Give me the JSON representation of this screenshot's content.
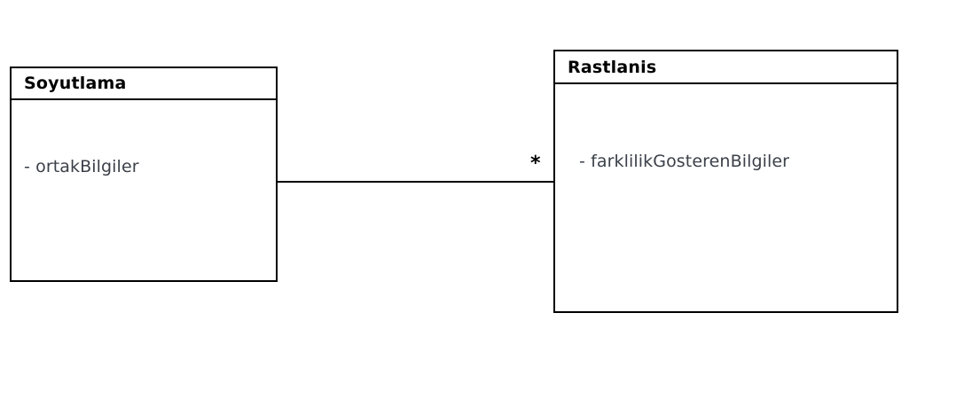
{
  "diagram": {
    "type": "uml-class-diagram",
    "background_color": "#ffffff",
    "line_color": "#000000",
    "title_color": "#000000",
    "attribute_color": "#3b4049"
  },
  "classes": [
    {
      "name": "Soyutlama",
      "attributes": [
        "- ortakBilgiler"
      ]
    },
    {
      "name": "Rastlanis",
      "attributes": [
        "- farklilikGosterenBilgiler"
      ]
    }
  ],
  "association": {
    "multiplicity_target": "*"
  }
}
